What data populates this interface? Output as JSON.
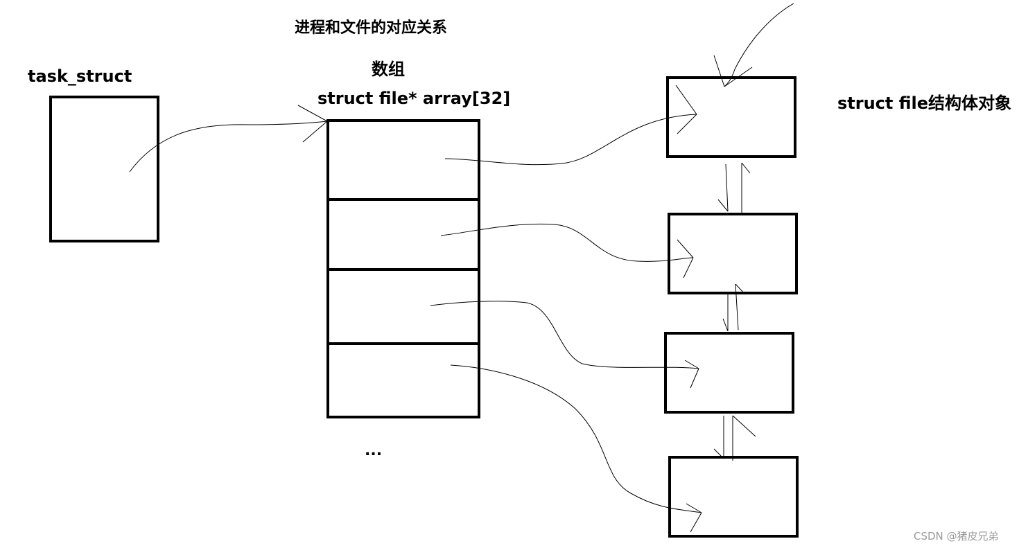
{
  "diagram": {
    "title": "进程和文件的对应关系",
    "task_struct_label": "task_struct",
    "array_label_cn": "数组",
    "array_decl_label": "struct file* array[32]",
    "file_object_label": "struct file结构体对象",
    "ellipsis": "...",
    "watermark": "CSDN @猪皮兄弟"
  }
}
